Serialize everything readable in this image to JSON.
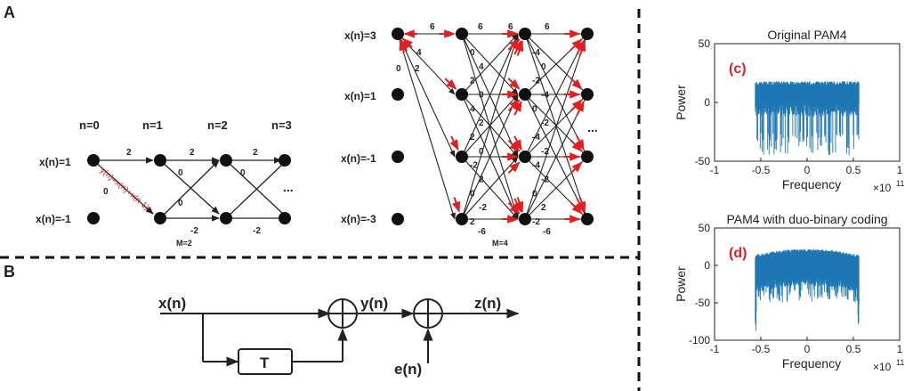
{
  "panels": {
    "A": "A",
    "B": "B"
  },
  "trellis_m2": {
    "time_labels": [
      "n=0",
      "n=1",
      "n=2",
      "n=3"
    ],
    "state_labels": [
      "x(n)=1",
      "x(n)=-1"
    ],
    "edge_labels": [
      "2",
      "2",
      "2",
      "0",
      "0",
      "0",
      "0",
      "-2",
      "-2"
    ],
    "red_formula": "y(n)=x(n)+x(n-1)",
    "ellipsis": "...",
    "caption": "M=2"
  },
  "trellis_m4": {
    "state_labels": [
      "x(n)=3",
      "x(n)=1",
      "x(n)=-1",
      "x(n)=-3"
    ],
    "first_stage_labels": [
      "6",
      "4",
      "2",
      "0"
    ],
    "top_labels": [
      "6",
      "6",
      "6"
    ],
    "bottom_labels": [
      "-6",
      "-6"
    ],
    "inner_labels": [
      "0",
      "4",
      "2",
      "0",
      "4",
      "2",
      "2",
      "0",
      "-2",
      "2",
      "0",
      "-2",
      "2",
      "-4",
      "0",
      "-2",
      "-4",
      "0",
      "-2",
      "-4",
      "-2",
      "-4",
      "-2",
      "0",
      "2",
      "-2"
    ],
    "ellipsis": "...",
    "caption": "M=4"
  },
  "block_diagram": {
    "input": "x(n)",
    "delay": "T",
    "mid": "y(n)",
    "noise": "e(n)",
    "output": "z(n)"
  },
  "chart_data": [
    {
      "type": "area",
      "title": "Original PAM4",
      "tag": "(c)",
      "xlabel": "Frequency",
      "ylabel": "Power",
      "x_multiplier": "×10",
      "x_exponent": "11",
      "xlim": [
        -1,
        1
      ],
      "ylim": [
        -50,
        50
      ],
      "xticks": [
        "-1",
        "-0.5",
        "0",
        "0.5",
        "1"
      ],
      "yticks": [
        "50",
        "0",
        "-50"
      ],
      "series": [
        {
          "band": [
            -0.56,
            0.56
          ],
          "upper": 18,
          "base": 0,
          "floor_min": -45,
          "color": "#1f77b4"
        }
      ]
    },
    {
      "type": "area",
      "title": "PAM4 with duo-binary coding",
      "tag": "(d)",
      "xlabel": "Frequency",
      "ylabel": "Power",
      "x_multiplier": "×10",
      "x_exponent": "11",
      "xlim": [
        -1,
        1
      ],
      "ylim": [
        -100,
        50
      ],
      "xticks": [
        "-1",
        "-0.5",
        "0",
        "0.5",
        "1"
      ],
      "yticks": [
        "50",
        "0",
        "-50",
        "-100"
      ],
      "series": [
        {
          "band": [
            -0.56,
            0.56
          ],
          "upper": 22,
          "base": -15,
          "floor_min": -50,
          "color": "#1f77b4"
        }
      ]
    }
  ],
  "colors": {
    "red": "#e02020",
    "blue": "#1f77b4",
    "tag_red": "#e02020"
  }
}
